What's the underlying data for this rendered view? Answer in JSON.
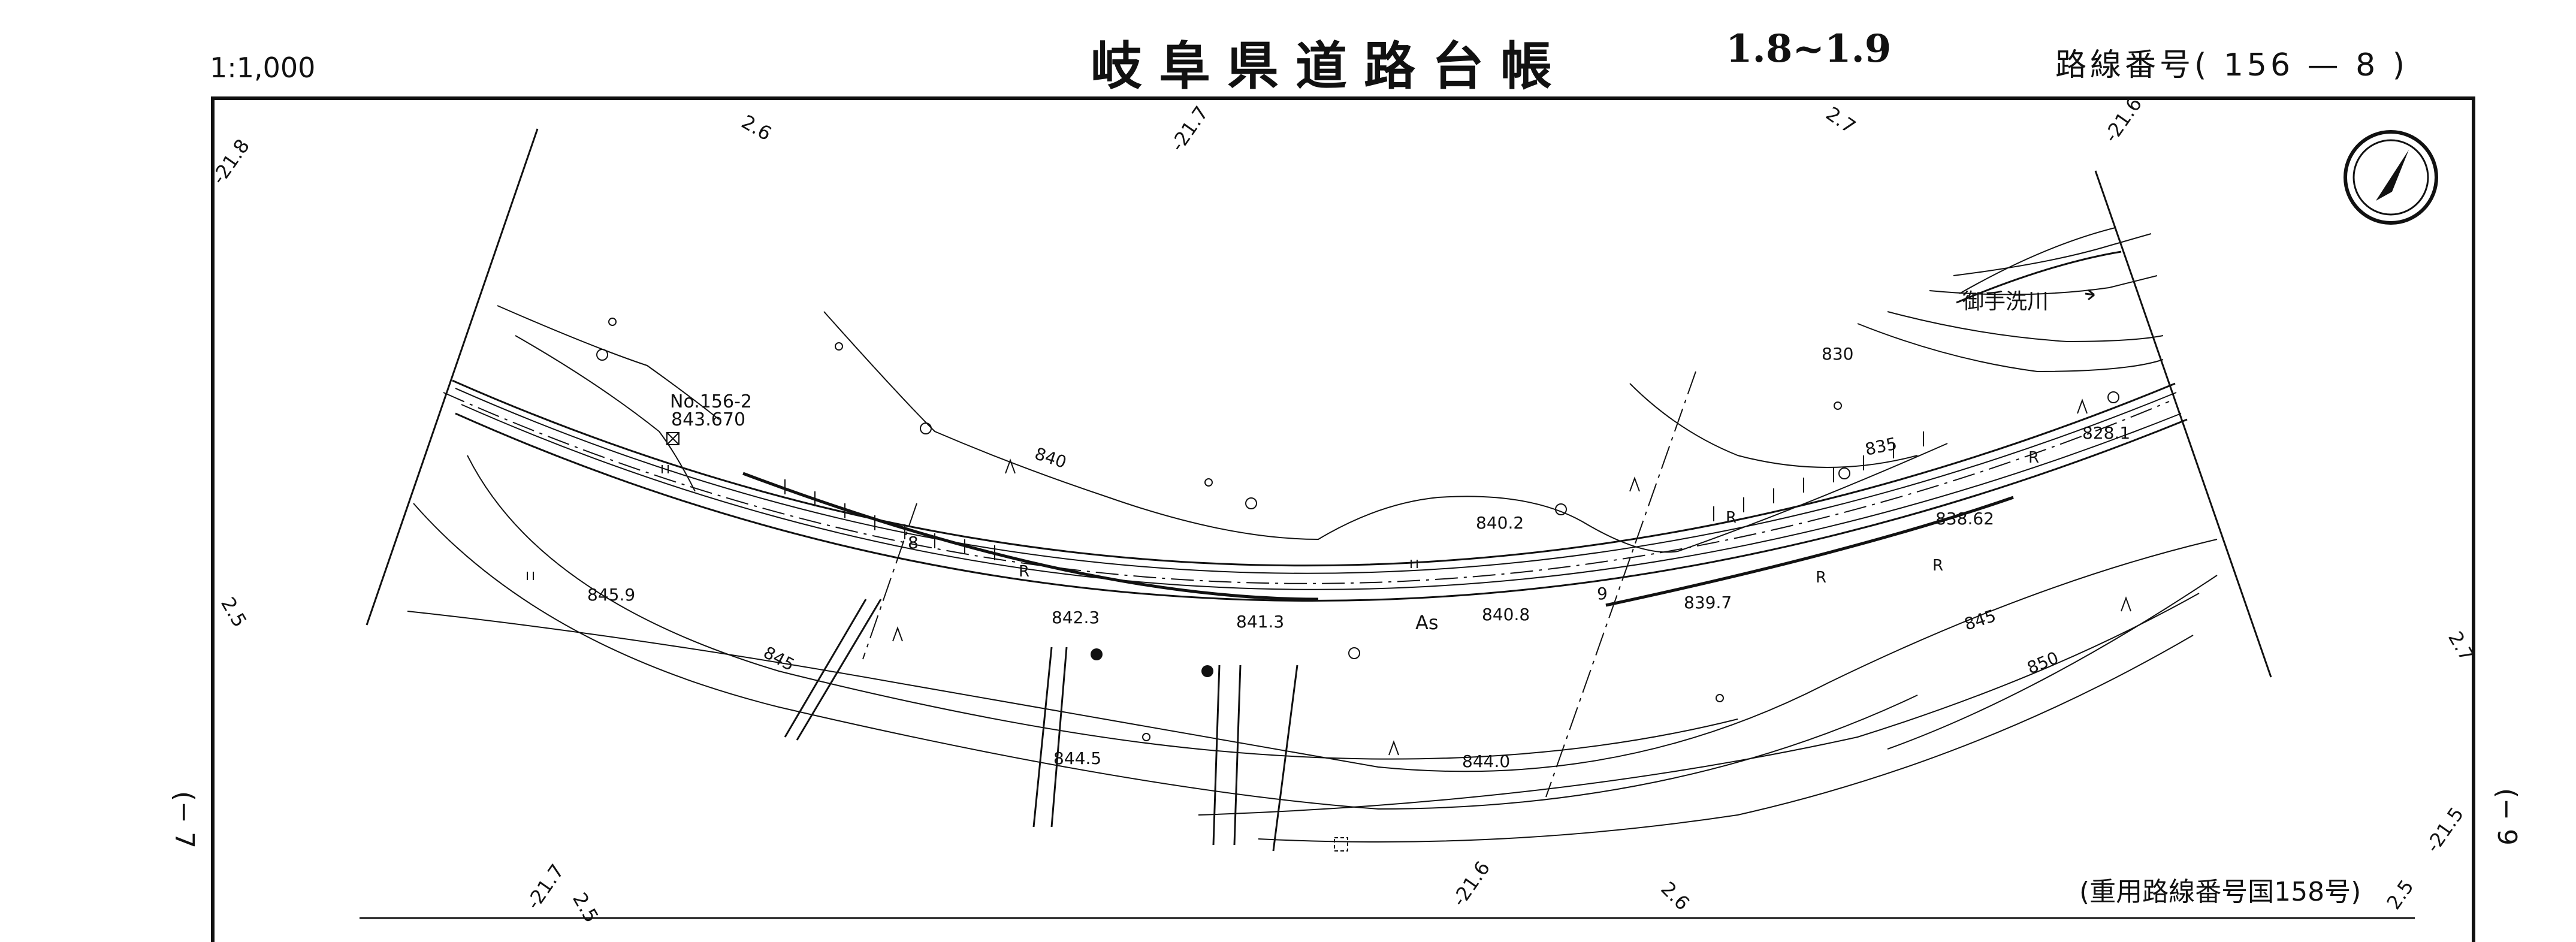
{
  "header": {
    "title": "岐阜県道路台帳",
    "sheet_range": "1.8~1.9",
    "scale": "1:1,000",
    "route_number_label": "路線番号(",
    "route_number_value": "156 — 8",
    "route_number_close": ")"
  },
  "footer": {
    "overlap_note": "(重用路線番号国158号)"
  },
  "side_labels": {
    "left": "(− 7",
    "right": "(− 9"
  },
  "map": {
    "benchmark": {
      "name": "No.156-2",
      "elevation": "843.670"
    },
    "river_label": "御手洗川",
    "pavement_label": "As",
    "spot_elevations": [
      "843.670",
      "845.9",
      "842.3",
      "841.3",
      "840.2",
      "840.8",
      "839.7",
      "838.62",
      "828.1",
      "844.5",
      "844.0"
    ],
    "contour_labels": [
      "840",
      "835",
      "830",
      "845",
      "845",
      "850"
    ],
    "grid_labels": [
      "-21.8",
      "2.6",
      "-21.7",
      "2.7",
      "-21.6",
      "2.5",
      "2.7",
      "-21.7",
      "2.5",
      "-21.6",
      "2.6",
      "2.5",
      "-21.5"
    ],
    "station_numbers": [
      "8",
      "9"
    ],
    "retaining_wall_marks": [
      "R",
      "R",
      "R",
      "R",
      "R"
    ],
    "north_arrow_icon": "north-arrow-icon"
  },
  "colors": {
    "ink": "#111111",
    "paper": "#ffffff"
  }
}
